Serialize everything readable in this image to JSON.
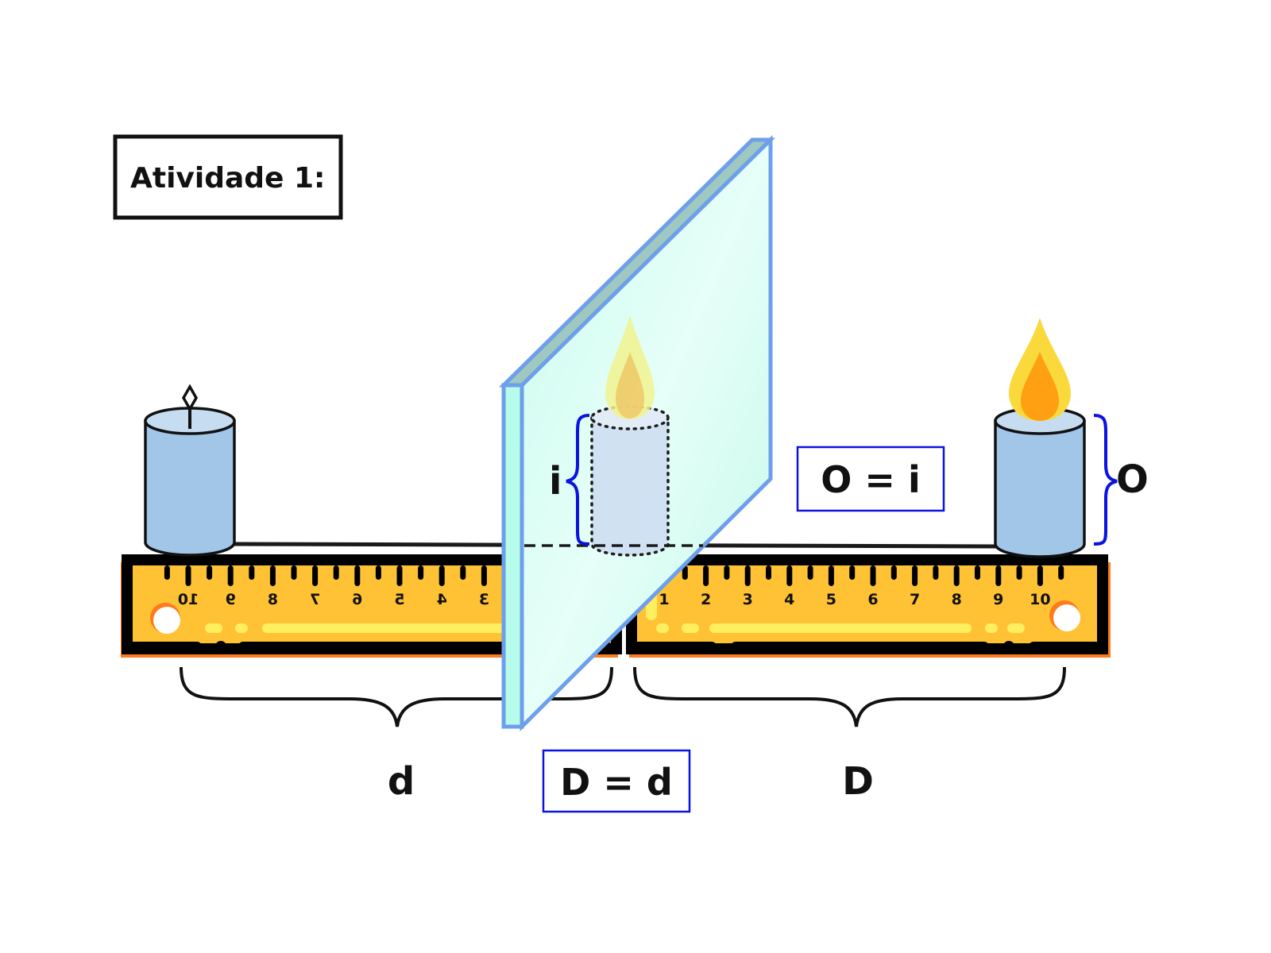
{
  "title": "Atividade 1:",
  "labels": {
    "object_height": "O",
    "image_height": "i",
    "object_distance": "D",
    "image_distance": "d",
    "equality_height": "O = i",
    "equality_distance": "D = d"
  },
  "rulers": {
    "left": {
      "ticks": [
        "10",
        "9",
        "8",
        "7",
        "6",
        "5",
        "4",
        "3"
      ],
      "mirrored": true
    },
    "right": {
      "ticks": [
        "1",
        "2",
        "3",
        "4",
        "5",
        "6",
        "7",
        "8",
        "9",
        "10"
      ],
      "mirrored": false
    }
  },
  "colors": {
    "candle_body": "#a1c6e8",
    "candle_top": "#c6dcf1",
    "flame_outer": "#f9d93c",
    "flame_inner": "#ff9f12",
    "mirror_face": "#cffcef",
    "mirror_edge": "#6e9fea",
    "ruler_fill": "#ffc235",
    "ruler_shadow": "#ff7a1a",
    "ruler_highlight": "#ffee5e",
    "annotation_blue": "#0a13e0"
  },
  "candles": {
    "object": {
      "lit": true
    },
    "unlit": {
      "lit": false
    },
    "image": {
      "virtual": true
    }
  }
}
